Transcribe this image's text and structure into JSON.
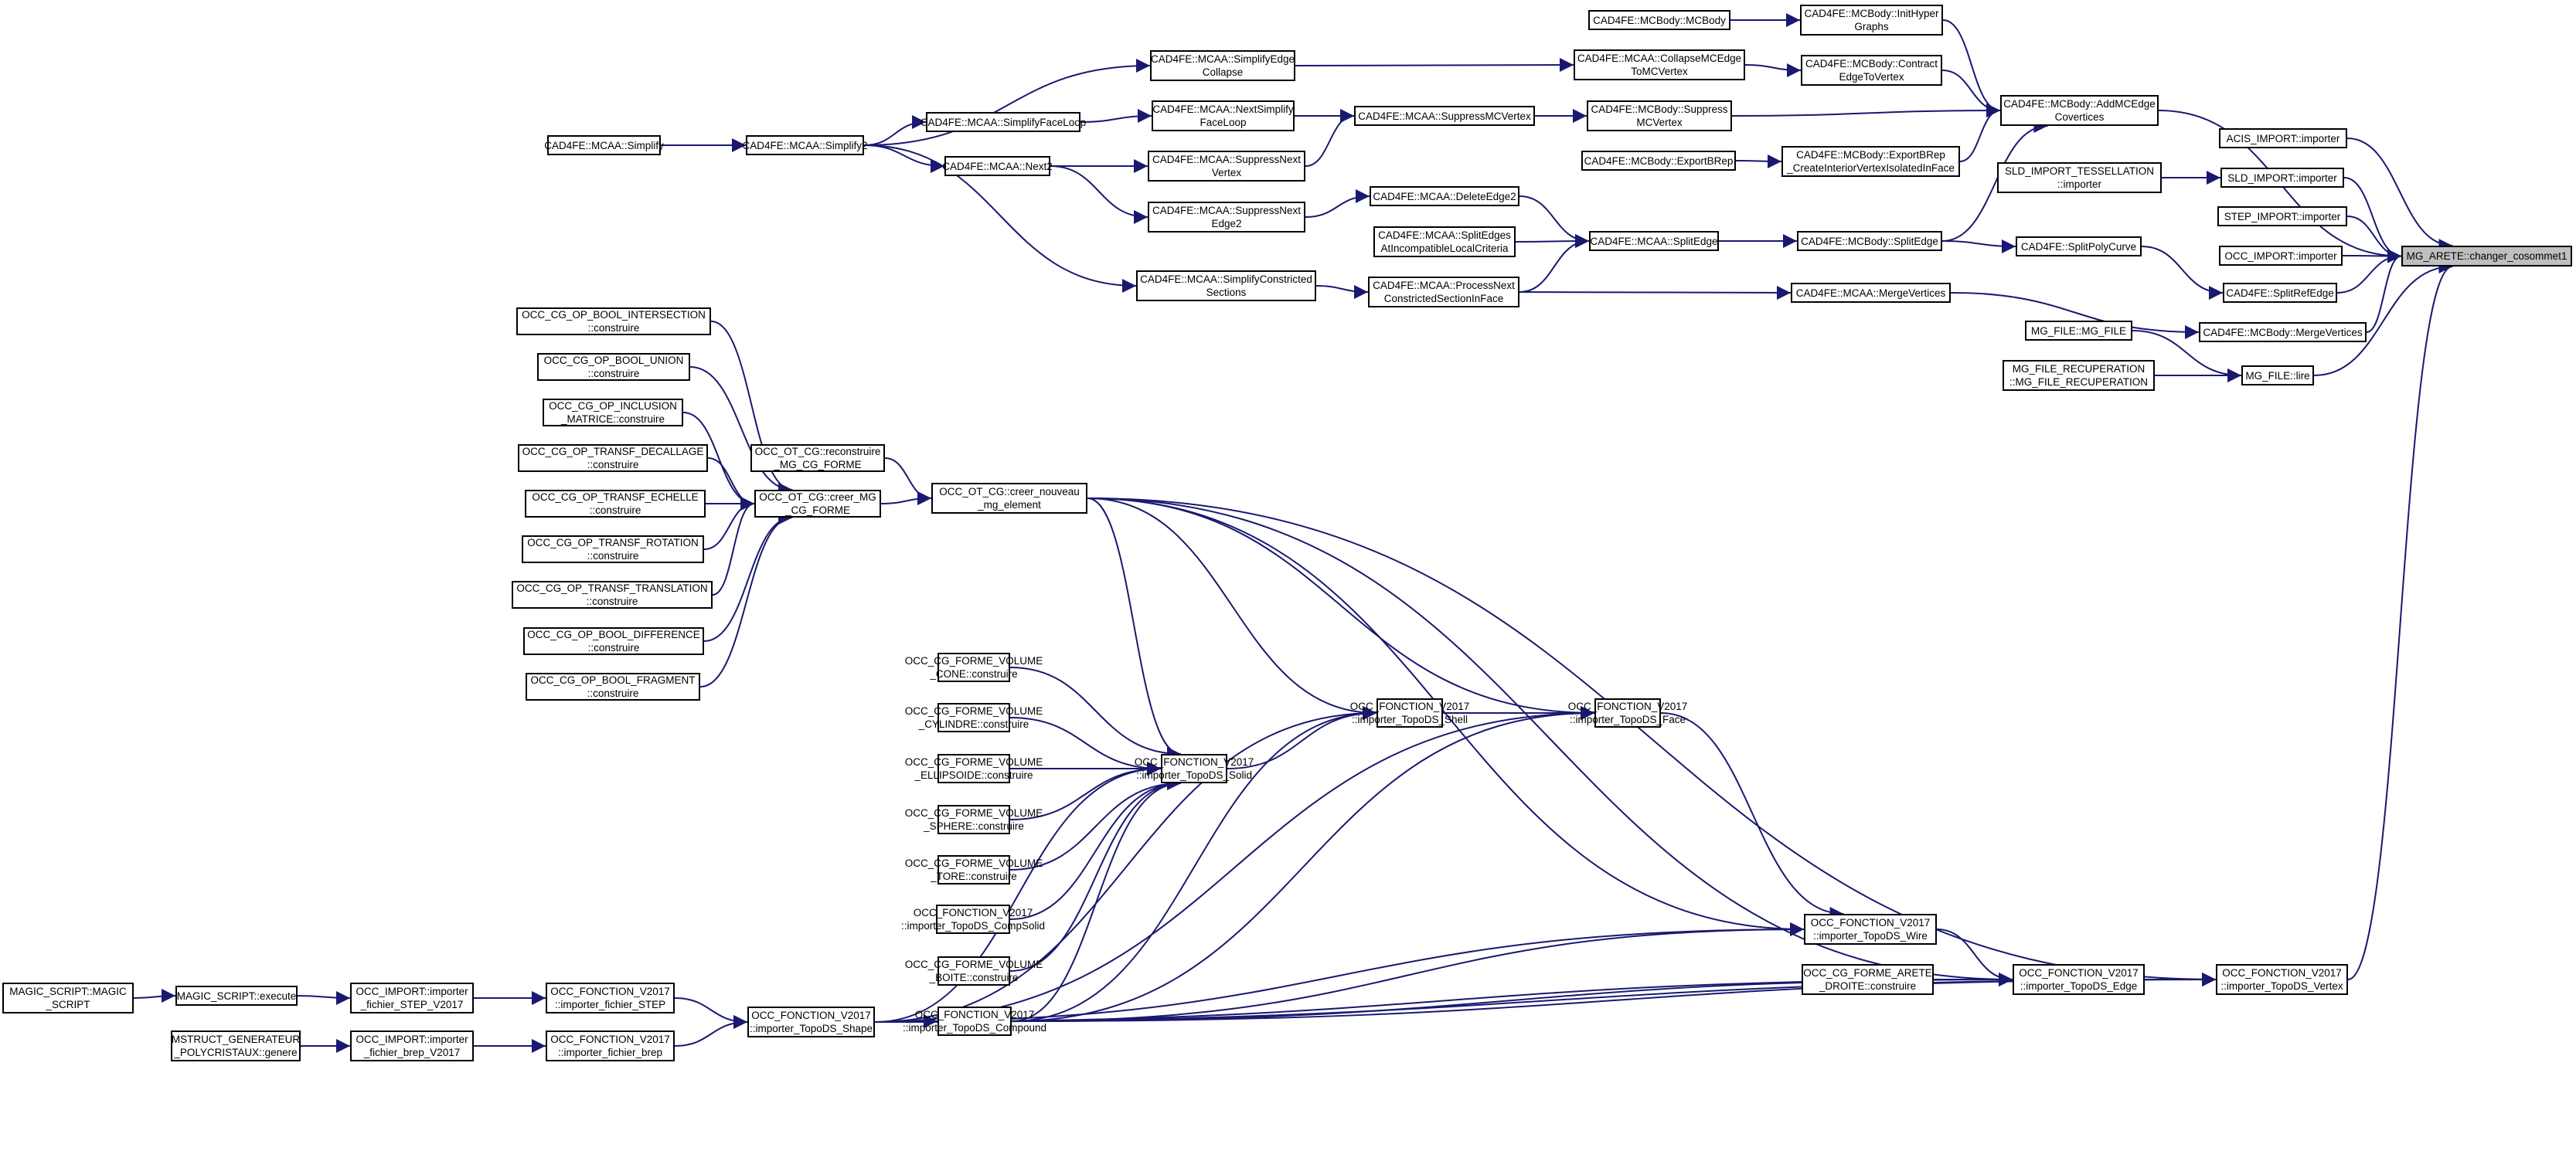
{
  "graph": {
    "title": "Caller graph",
    "target_node": "MG_ARETE::changer_cosommet1",
    "colors": {
      "edge": "#191970",
      "node_border": "#000000",
      "node_fill": "#ffffff",
      "target_fill": "#bfbfbf"
    },
    "nodes": [
      {
        "id": "target",
        "lines": [
          "MG_ARETE::changer_cosommet1"
        ]
      },
      {
        "id": "mcbody",
        "lines": [
          "CAD4FE::MCBody::MCBody"
        ]
      },
      {
        "id": "inithyper",
        "lines": [
          "CAD4FE::MCBody::InitHyper",
          "Graphs"
        ]
      },
      {
        "id": "collapsemc",
        "lines": [
          "CAD4FE::MCAA::CollapseMCEdge",
          "ToMCVertex"
        ]
      },
      {
        "id": "contract",
        "lines": [
          "CAD4FE::MCBody::Contract",
          "EdgeToVertex"
        ]
      },
      {
        "id": "suppressmcb",
        "lines": [
          "CAD4FE::MCBody::Suppress",
          "MCVertex"
        ]
      },
      {
        "id": "addmcedge",
        "lines": [
          "CAD4FE::MCBody::AddMCEdge",
          "Covertices"
        ]
      },
      {
        "id": "exportbrep",
        "lines": [
          "CAD4FE::MCBody::ExportBRep"
        ]
      },
      {
        "id": "exportbrep2",
        "lines": [
          "CAD4FE::MCBody::ExportBRep",
          "_CreateInteriorVertexIsolatedInFace"
        ]
      },
      {
        "id": "acis",
        "lines": [
          "ACIS_IMPORT::importer"
        ]
      },
      {
        "id": "sldtess",
        "lines": [
          "SLD_IMPORT_TESSELLATION",
          "::importer"
        ]
      },
      {
        "id": "sld",
        "lines": [
          "SLD_IMPORT::importer"
        ]
      },
      {
        "id": "step",
        "lines": [
          "STEP_IMPORT::importer"
        ]
      },
      {
        "id": "occimp",
        "lines": [
          "OCC_IMPORT::importer"
        ]
      },
      {
        "id": "mcbsplitedge",
        "lines": [
          "CAD4FE::MCBody::SplitEdge"
        ]
      },
      {
        "id": "splitpoly",
        "lines": [
          "CAD4FE::SplitPolyCurve"
        ]
      },
      {
        "id": "splitref",
        "lines": [
          "CAD4FE::SplitRefEdge"
        ]
      },
      {
        "id": "mcaamerge",
        "lines": [
          "CAD4FE::MCAA::MergeVertices"
        ]
      },
      {
        "id": "mcbmerge",
        "lines": [
          "CAD4FE::MCBody::MergeVertices"
        ]
      },
      {
        "id": "mgfile",
        "lines": [
          "MG_FILE::MG_FILE"
        ]
      },
      {
        "id": "mgfilerec",
        "lines": [
          "MG_FILE_RECUPERATION",
          "::MG_FILE_RECUPERATION"
        ]
      },
      {
        "id": "mglire",
        "lines": [
          "MG_FILE::lire"
        ]
      },
      {
        "id": "simplifyedge",
        "lines": [
          "CAD4FE::MCAA::SimplifyEdge",
          "Collapse"
        ]
      },
      {
        "id": "nextsimplify",
        "lines": [
          "CAD4FE::MCAA::NextSimplify",
          "FaceLoop"
        ]
      },
      {
        "id": "suppressmca",
        "lines": [
          "CAD4FE::MCAA::SuppressMCVertex"
        ]
      },
      {
        "id": "suppressnextv",
        "lines": [
          "CAD4FE::MCAA::SuppressNext",
          "Vertex"
        ]
      },
      {
        "id": "deleteedge2",
        "lines": [
          "CAD4FE::MCAA::DeleteEdge2"
        ]
      },
      {
        "id": "suppressnexte",
        "lines": [
          "CAD4FE::MCAA::SuppressNext",
          "Edge2"
        ]
      },
      {
        "id": "splitedges",
        "lines": [
          "CAD4FE::MCAA::SplitEdges",
          "AtIncompatibleLocalCriteria"
        ]
      },
      {
        "id": "mcaasplitedge",
        "lines": [
          "CAD4FE::MCAA::SplitEdge"
        ]
      },
      {
        "id": "simplifyconst",
        "lines": [
          "CAD4FE::MCAA::SimplifyConstricted",
          "Sections"
        ]
      },
      {
        "id": "processnext",
        "lines": [
          "CAD4FE::MCAA::ProcessNext",
          "ConstrictedSectionInFace"
        ]
      },
      {
        "id": "simplify",
        "lines": [
          "CAD4FE::MCAA::Simplify"
        ]
      },
      {
        "id": "simplify2",
        "lines": [
          "CAD4FE::MCAA::Simplify2"
        ]
      },
      {
        "id": "simplifyface",
        "lines": [
          "CAD4FE::MCAA::SimplifyFaceLoop"
        ]
      },
      {
        "id": "next2",
        "lines": [
          "CAD4FE::MCAA::Next2"
        ]
      },
      {
        "id": "opinter",
        "lines": [
          "OCC_CG_OP_BOOL_INTERSECTION",
          "::construire"
        ]
      },
      {
        "id": "opunion",
        "lines": [
          "OCC_CG_OP_BOOL_UNION",
          "::construire"
        ]
      },
      {
        "id": "opincl",
        "lines": [
          "OCC_CG_OP_INCLUSION",
          "_MATRICE::construire"
        ]
      },
      {
        "id": "opdecal",
        "lines": [
          "OCC_CG_OP_TRANSF_DECALLAGE",
          "::construire"
        ]
      },
      {
        "id": "opechelle",
        "lines": [
          "OCC_CG_OP_TRANSF_ECHELLE",
          "::construire"
        ]
      },
      {
        "id": "oprot",
        "lines": [
          "OCC_CG_OP_TRANSF_ROTATION",
          "::construire"
        ]
      },
      {
        "id": "optrans",
        "lines": [
          "OCC_CG_OP_TRANSF_TRANSLATION",
          "::construire"
        ]
      },
      {
        "id": "opdiff",
        "lines": [
          "OCC_CG_OP_BOOL_DIFFERENCE",
          "::construire"
        ]
      },
      {
        "id": "opfrag",
        "lines": [
          "OCC_CG_OP_BOOL_FRAGMENT",
          "::construire"
        ]
      },
      {
        "id": "reconstruire",
        "lines": [
          "OCC_OT_CG::reconstruire",
          "_MG_CG_FORME"
        ]
      },
      {
        "id": "creermg",
        "lines": [
          "OCC_OT_CG::creer_MG",
          "_CG_FORME"
        ]
      },
      {
        "id": "creernouveau",
        "lines": [
          "OCC_OT_CG::creer_nouveau",
          "_mg_element"
        ]
      },
      {
        "id": "cone",
        "lines": [
          "OCC_CG_FORME_VOLUME",
          "_CONE::construire"
        ]
      },
      {
        "id": "cyl",
        "lines": [
          "OCC_CG_FORME_VOLUME",
          "_CYLINDRE::construire"
        ]
      },
      {
        "id": "ellip",
        "lines": [
          "OCC_CG_FORME_VOLUME",
          "_ELLIPSOIDE::construire"
        ]
      },
      {
        "id": "sphere",
        "lines": [
          "OCC_CG_FORME_VOLUME",
          "_SPHERE::construire"
        ]
      },
      {
        "id": "tore",
        "lines": [
          "OCC_CG_FORME_VOLUME",
          "_TORE::construire"
        ]
      },
      {
        "id": "compsolid",
        "lines": [
          "OCC_FONCTION_V2017",
          "::importer_TopoDS_CompSolid"
        ]
      },
      {
        "id": "boite",
        "lines": [
          "OCC_CG_FORME_VOLUME",
          "_BOITE::construire"
        ]
      },
      {
        "id": "compound",
        "lines": [
          "OCC_FONCTION_V2017",
          "::importer_TopoDS_Compound"
        ]
      },
      {
        "id": "solid",
        "lines": [
          "OCC_FONCTION_V2017",
          "::importer_TopoDS_Solid"
        ]
      },
      {
        "id": "shell",
        "lines": [
          "OCC_FONCTION_V2017",
          "::importer_TopoDS_Shell"
        ]
      },
      {
        "id": "face",
        "lines": [
          "OCC_FONCTION_V2017",
          "::importer_TopoDS_Face"
        ]
      },
      {
        "id": "wire",
        "lines": [
          "OCC_FONCTION_V2017",
          "::importer_TopoDS_Wire"
        ]
      },
      {
        "id": "arete",
        "lines": [
          "OCC_CG_FORME_ARETE",
          "_DROITE::construire"
        ]
      },
      {
        "id": "edge",
        "lines": [
          "OCC_FONCTION_V2017",
          "::importer_TopoDS_Edge"
        ]
      },
      {
        "id": "vertex",
        "lines": [
          "OCC_FONCTION_V2017",
          "::importer_TopoDS_Vertex"
        ]
      },
      {
        "id": "magic",
        "lines": [
          "MAGIC_SCRIPT::MAGIC",
          "_SCRIPT"
        ]
      },
      {
        "id": "execute",
        "lines": [
          "MAGIC_SCRIPT::execute"
        ]
      },
      {
        "id": "occstep",
        "lines": [
          "OCC_IMPORT::importer",
          "_fichier_STEP_V2017"
        ]
      },
      {
        "id": "fstep",
        "lines": [
          "OCC_FONCTION_V2017",
          "::importer_fichier_STEP"
        ]
      },
      {
        "id": "mstruct",
        "lines": [
          "MSTRUCT_GENERATEUR",
          "_POLYCRISTAUX::genere"
        ]
      },
      {
        "id": "occbrep",
        "lines": [
          "OCC_IMPORT::importer",
          "_fichier_brep_V2017"
        ]
      },
      {
        "id": "fbrep",
        "lines": [
          "OCC_FONCTION_V2017",
          "::importer_fichier_brep"
        ]
      },
      {
        "id": "shape",
        "lines": [
          "OCC_FONCTION_V2017",
          "::importer_TopoDS_Shape"
        ]
      }
    ],
    "edges": [
      [
        "mcbody",
        "inithyper"
      ],
      [
        "inithyper",
        "addmcedge"
      ],
      [
        "collapsemc",
        "contract"
      ],
      [
        "contract",
        "addmcedge"
      ],
      [
        "suppressmcb",
        "addmcedge"
      ],
      [
        "exportbrep",
        "exportbrep2"
      ],
      [
        "exportbrep2",
        "addmcedge"
      ],
      [
        "mcbsplitedge",
        "addmcedge"
      ],
      [
        "addmcedge",
        "target"
      ],
      [
        "acis",
        "target"
      ],
      [
        "sldtess",
        "sld"
      ],
      [
        "sld",
        "target"
      ],
      [
        "step",
        "target"
      ],
      [
        "occimp",
        "target"
      ],
      [
        "mcbsplitedge",
        "splitpoly"
      ],
      [
        "splitpoly",
        "splitref"
      ],
      [
        "splitref",
        "target"
      ],
      [
        "mcaamerge",
        "mcbmerge"
      ],
      [
        "mcbmerge",
        "target"
      ],
      [
        "mgfile",
        "mglire"
      ],
      [
        "mgfilerec",
        "mglire"
      ],
      [
        "mglire",
        "target"
      ],
      [
        "vertex",
        "target"
      ],
      [
        "simplifyedge",
        "collapsemc"
      ],
      [
        "nextsimplify",
        "suppressmca"
      ],
      [
        "suppressmca",
        "suppressmcb"
      ],
      [
        "suppressnextv",
        "suppressmca"
      ],
      [
        "suppressnexte",
        "deleteedge2"
      ],
      [
        "deleteedge2",
        "mcaasplitedge"
      ],
      [
        "splitedges",
        "mcaasplitedge"
      ],
      [
        "processnext",
        "mcaasplitedge"
      ],
      [
        "mcaasplitedge",
        "mcbsplitedge"
      ],
      [
        "simplifyconst",
        "processnext"
      ],
      [
        "processnext",
        "mcaamerge"
      ],
      [
        "simplify",
        "simplify2"
      ],
      [
        "simplify2",
        "simplifyedge"
      ],
      [
        "simplify2",
        "simplifyface"
      ],
      [
        "simplify2",
        "next2"
      ],
      [
        "simplify2",
        "simplifyconst"
      ],
      [
        "simplifyface",
        "nextsimplify"
      ],
      [
        "next2",
        "suppressnextv"
      ],
      [
        "next2",
        "suppressnexte"
      ],
      [
        "opinter",
        "creermg"
      ],
      [
        "opunion",
        "creermg"
      ],
      [
        "opincl",
        "creermg"
      ],
      [
        "opdecal",
        "creermg"
      ],
      [
        "opechelle",
        "creermg"
      ],
      [
        "oprot",
        "creermg"
      ],
      [
        "optrans",
        "creermg"
      ],
      [
        "opdiff",
        "creermg"
      ],
      [
        "opfrag",
        "creermg"
      ],
      [
        "reconstruire",
        "creernouveau"
      ],
      [
        "creermg",
        "creernouveau"
      ],
      [
        "creernouveau",
        "solid"
      ],
      [
        "creernouveau",
        "shell"
      ],
      [
        "creernouveau",
        "face"
      ],
      [
        "creernouveau",
        "wire"
      ],
      [
        "creernouveau",
        "edge"
      ],
      [
        "creernouveau",
        "vertex"
      ],
      [
        "cone",
        "solid"
      ],
      [
        "cyl",
        "solid"
      ],
      [
        "ellip",
        "solid"
      ],
      [
        "sphere",
        "solid"
      ],
      [
        "tore",
        "solid"
      ],
      [
        "compsolid",
        "solid"
      ],
      [
        "boite",
        "solid"
      ],
      [
        "compound",
        "solid"
      ],
      [
        "solid",
        "shell"
      ],
      [
        "shell",
        "face"
      ],
      [
        "face",
        "wire"
      ],
      [
        "wire",
        "edge"
      ],
      [
        "arete",
        "edge"
      ],
      [
        "edge",
        "vertex"
      ],
      [
        "compound",
        "shell"
      ],
      [
        "compound",
        "face"
      ],
      [
        "compound",
        "wire"
      ],
      [
        "compound",
        "edge"
      ],
      [
        "compound",
        "vertex"
      ],
      [
        "shape",
        "solid"
      ],
      [
        "shape",
        "shell"
      ],
      [
        "shape",
        "face"
      ],
      [
        "shape",
        "wire"
      ],
      [
        "shape",
        "edge"
      ],
      [
        "shape",
        "vertex"
      ],
      [
        "shape",
        "compound"
      ],
      [
        "magic",
        "execute"
      ],
      [
        "execute",
        "occstep"
      ],
      [
        "occstep",
        "fstep"
      ],
      [
        "fstep",
        "shape"
      ],
      [
        "mstruct",
        "occbrep"
      ],
      [
        "occbrep",
        "fbrep"
      ],
      [
        "fbrep",
        "shape"
      ]
    ]
  }
}
